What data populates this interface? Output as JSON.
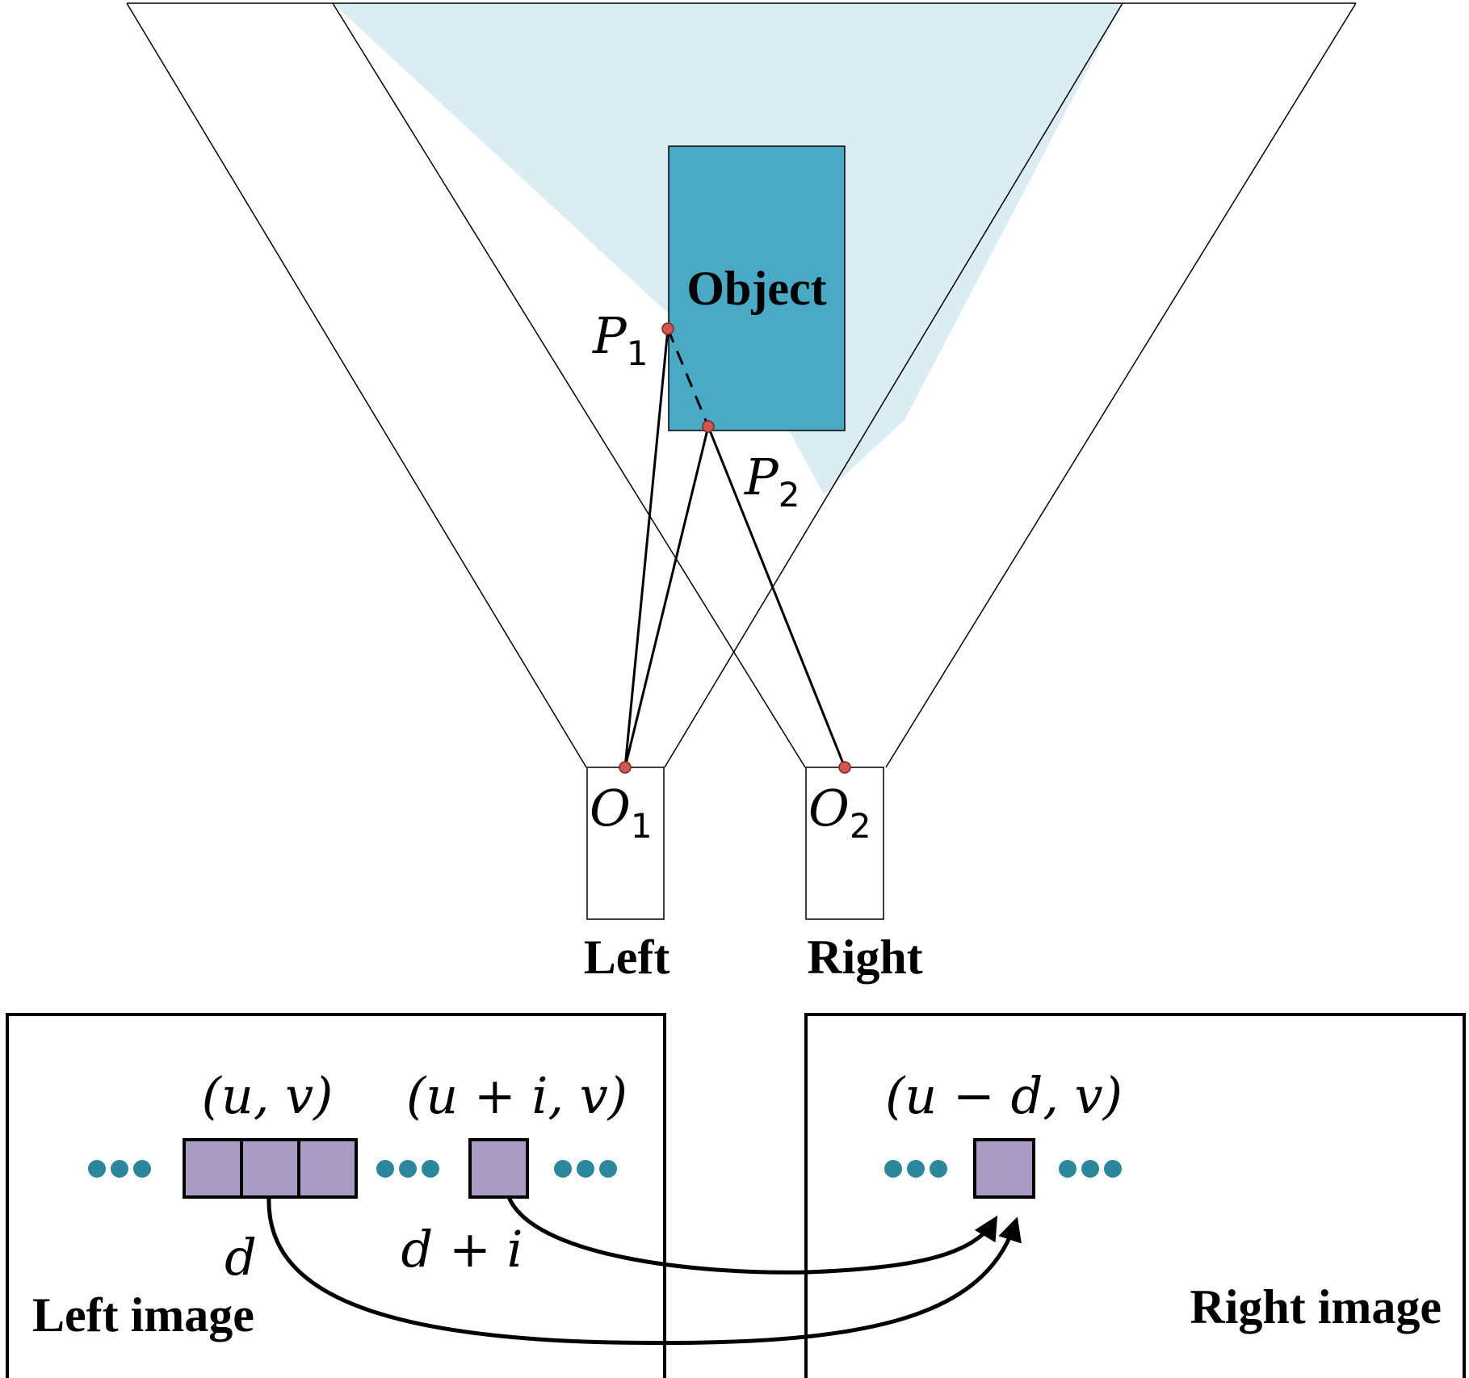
{
  "colors": {
    "overlap_region": "#dbedf3",
    "object_fill": "#4aaac5",
    "pixel_fill": "#a99bc4",
    "point_marker": "#d0564f",
    "dot_color": "#2b8799",
    "stroke": "#000000"
  },
  "scene": {
    "object_label": "Object",
    "point_1": {
      "symbol": "P",
      "subscript": "1"
    },
    "point_2": {
      "symbol": "P",
      "subscript": "2"
    },
    "camera_left": {
      "center_symbol": "O",
      "center_subscript": "1",
      "label": "Left"
    },
    "camera_right": {
      "center_symbol": "O",
      "center_subscript": "2",
      "label": "Right"
    }
  },
  "left_image": {
    "label": "Left image",
    "coord_1": "(u, v)",
    "coord_2": "(u + i, v)",
    "disparity_1": "d",
    "disparity_2": "d + i"
  },
  "right_image": {
    "label": "Right image",
    "coord": "(u − d, v)"
  }
}
